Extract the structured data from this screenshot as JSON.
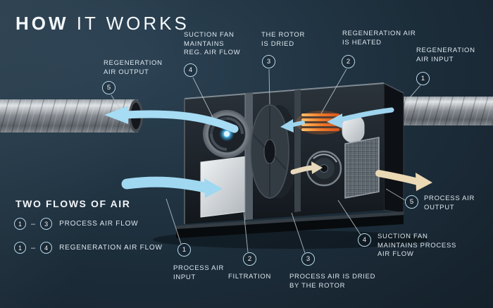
{
  "title": {
    "bold": "HOW",
    "light": "IT WORKS"
  },
  "callouts": {
    "reg_output": {
      "num": "5",
      "label": "REGENERATION\nAIR OUTPUT"
    },
    "suction_reg": {
      "num": "4",
      "label": "SUCTION FAN\nMAINTAINS\nREG. AIR FLOW"
    },
    "rotor_dried": {
      "num": "3",
      "label": "THE ROTOR\nIS DRIED"
    },
    "reg_heated": {
      "num": "2",
      "label": "REGENERATION AIR\nIS HEATED"
    },
    "reg_input": {
      "num": "1",
      "label": "REGENERATION\nAIR INPUT"
    },
    "process_output": {
      "num": "5",
      "label": "PROCESS AIR\nOUTPUT"
    },
    "suction_process": {
      "num": "4",
      "label": "SUCTION FAN\nMAINTAINS PROCESS\nAIR FLOW"
    },
    "process_dried": {
      "num": "3",
      "label": "PROCESS AIR IS DRIED\nBY THE ROTOR"
    },
    "filtration": {
      "num": "2",
      "label": "FILTRATION"
    },
    "process_input": {
      "num": "1",
      "label": "PROCESS AIR\nINPUT"
    }
  },
  "legend": {
    "title": "TWO FLOWS OF AIR",
    "rows": [
      {
        "from": "1",
        "to": "3",
        "dash": "–",
        "label": "PROCESS AIR FLOW"
      },
      {
        "from": "1",
        "to": "4",
        "dash": "–",
        "label": "REGENERATION AIR FLOW"
      }
    ]
  },
  "colors": {
    "background": "#1b2a38",
    "accent_blue": "#9fd8f0",
    "heater_orange": "#f07c2a",
    "circle_border": "#b7d9ea",
    "process_out_cream": "#ead9b5"
  }
}
